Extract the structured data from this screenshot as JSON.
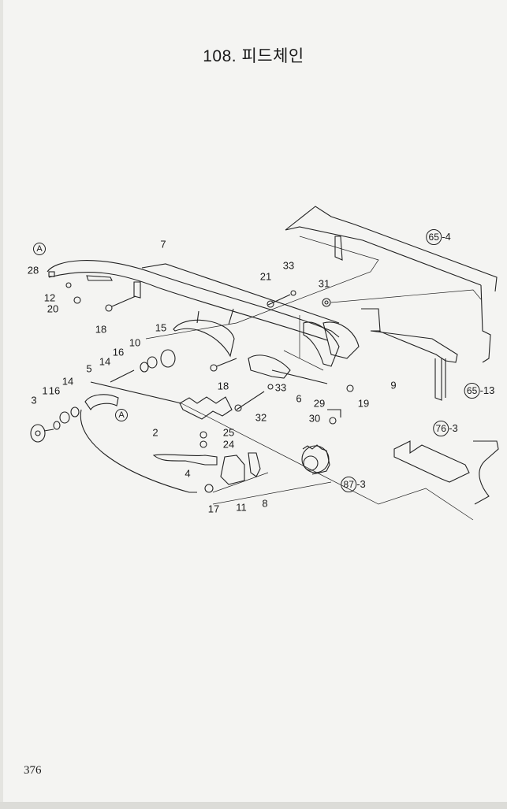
{
  "header": {
    "title": "108. 피드체인"
  },
  "footer": {
    "page_number": "376"
  },
  "callouts": {
    "ref_a_top": "A",
    "p28": "28",
    "p12": "12",
    "p20": "20",
    "p18a": "18",
    "p7": "7",
    "p21": "21",
    "p33a": "33",
    "p31": "31",
    "ref65_4_num": "65",
    "ref65_4_sub": "-4",
    "p15": "15",
    "p10": "10",
    "p16a": "16",
    "p14a": "14",
    "p5": "5",
    "p18b": "18",
    "p33b": "33",
    "p6": "6",
    "p9": "9",
    "p19": "19",
    "ref65_13_num": "65",
    "ref65_13_sub": "-13",
    "p3": "3",
    "p1": "1",
    "p16b": "16",
    "p14b": "14",
    "ref_a_mid": "A",
    "p32": "32",
    "p29": "29",
    "p30": "30",
    "p2": "2",
    "p25": "25",
    "p24": "24",
    "ref76_3_num": "76",
    "ref76_3_sub": "-3",
    "p4": "4",
    "ref87_3_num": "87",
    "ref87_3_sub": "-3",
    "p17": "17",
    "p11": "11",
    "p8": "8"
  }
}
